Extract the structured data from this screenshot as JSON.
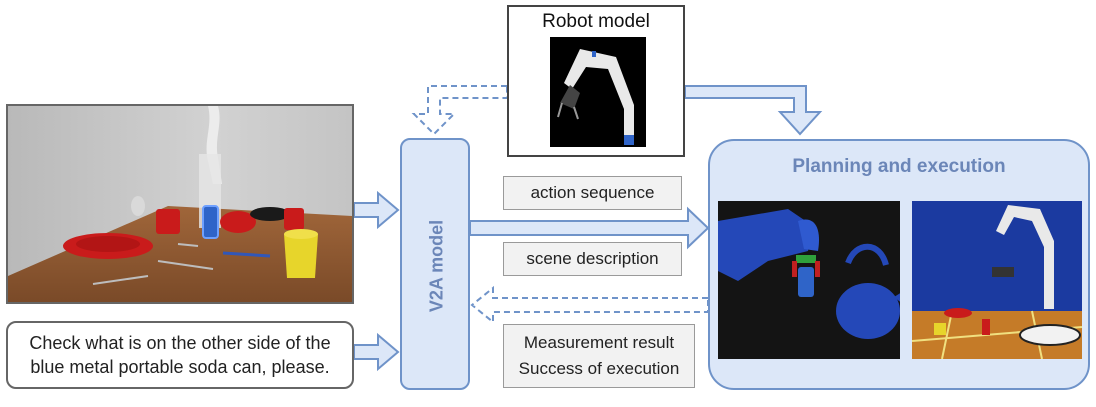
{
  "robot_model": {
    "title": "Robot model"
  },
  "v2a": {
    "label": "V2A model"
  },
  "planning": {
    "title": "Planning and execution"
  },
  "outputs": {
    "action_sequence": "action sequence",
    "scene_description": "scene description",
    "measurement_result": "Measurement result",
    "success_of_execution": "Success of execution"
  },
  "instruction": {
    "line1": "Check what is on the other side of the",
    "line2": "blue metal portable soda can, please."
  },
  "colors": {
    "accent_blue": "#6f93c9",
    "fill_blue": "#dce7f8",
    "title_blue": "#6b86b8",
    "can_blue": "#2f64c8"
  }
}
